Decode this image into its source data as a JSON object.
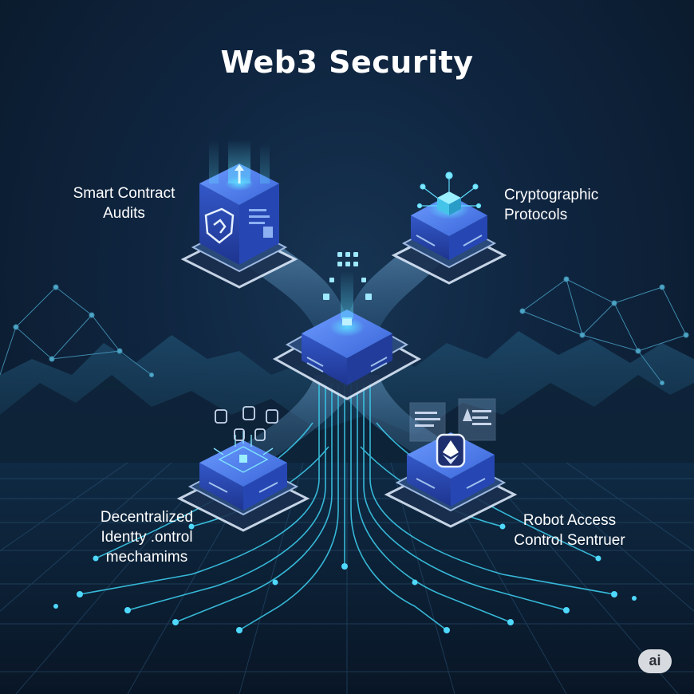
{
  "title": "Web3 Security",
  "nodes": [
    {
      "id": "smart-contract-audits",
      "lines": [
        "Smart Contract",
        "Audits"
      ]
    },
    {
      "id": "cryptographic-protocols",
      "lines": [
        "Cryptographic",
        "Protocols"
      ]
    },
    {
      "id": "decentralized-identity",
      "lines": [
        "Decentralized",
        "Identty .ontrol",
        "mechamims"
      ]
    },
    {
      "id": "robot-access-control",
      "lines": [
        "Robot Access",
        "Control Sentruer"
      ]
    }
  ],
  "badge": "ai",
  "colors": {
    "background": "#0f2540",
    "cube_top": "#4b7fe6",
    "cube_side": "#2443a6",
    "glow": "#37d6ff",
    "circuit": "#3bc8e8"
  },
  "icons": [
    "shield-icon",
    "network-cube-icon",
    "circuit-chip-icon",
    "ethereum-icon"
  ]
}
